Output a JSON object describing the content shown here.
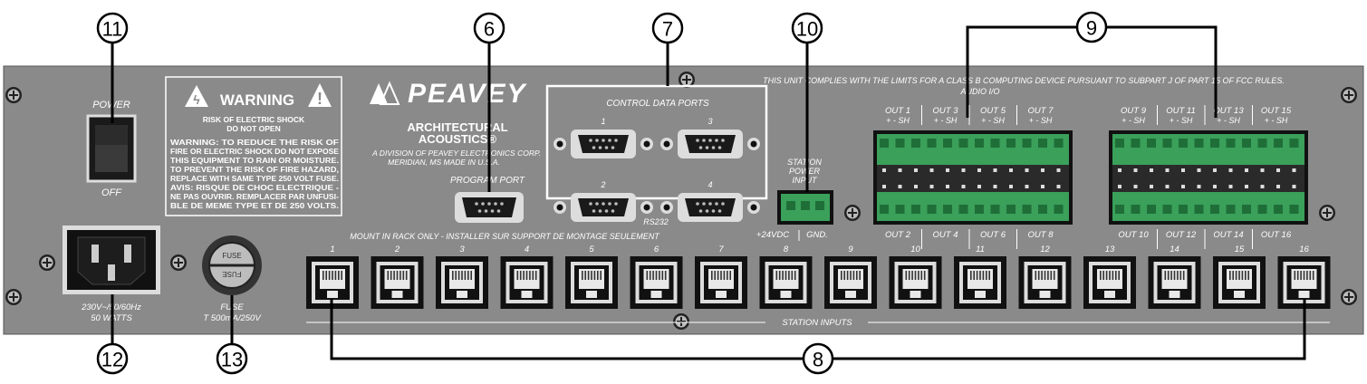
{
  "callouts": [
    "11",
    "6",
    "7",
    "10",
    "9",
    "12",
    "13",
    "8"
  ],
  "power": {
    "label": "POWER",
    "off": "OFF"
  },
  "warning": {
    "title": "WARNING",
    "sub1": "RISK OF ELECTRIC SHOCK",
    "sub2": "DO NOT OPEN",
    "lines": [
      "WARNING: TO REDUCE THE RISK OF",
      "FIRE OR ELECTRIC SHOCK DO NOT EXPOSE",
      "THIS EQUIPMENT TO RAIN OR MOISTURE.",
      "TO PREVENT THE RISK OF FIRE HAZARD,",
      "REPLACE WITH SAME TYPE 250 VOLT FUSE.",
      "AVIS: RISQUE DE CHOC ELECTRIQUE -",
      "NE PAS OUVRIR. REMPLACER PAR UNFUSI-",
      "BLE DE MEME TYPE ET DE 250 VOLTS."
    ]
  },
  "brand": {
    "name": "PEAVEY",
    "line1": "ARCHITECTURAL",
    "line2": "ACOUSTICS®",
    "division": "A DIVISION OF PEAVEY ELECTRONICS CORP.",
    "location": "MERIDIAN, MS    MADE IN U.S.A."
  },
  "ports": {
    "program": "PROGRAM PORT",
    "control": "CONTROL DATA PORTS",
    "p1": "1",
    "p2": "2",
    "p3": "3",
    "p4": "4",
    "rs232": "RS232"
  },
  "station_power": {
    "l1": "STATION",
    "l2": "POWER",
    "l3": "INPUT",
    "v": "+24VDC",
    "g": "GND."
  },
  "fcc": "THIS UNIT COMPLIES WITH THE LIMITS FOR A CLASS B COMPUTING DEVICE PURSUANT TO SUBPART J OF PART 15 OF FCC RULES.",
  "audio_io": "AUDIO I/O",
  "outs_top_a": [
    "OUT 1",
    "OUT 3",
    "OUT 5",
    "OUT 7"
  ],
  "outs_top_b": [
    "OUT 9",
    "OUT 11",
    "OUT 13",
    "OUT 15"
  ],
  "outs_bot_a": [
    "OUT 2",
    "OUT 4",
    "OUT 6",
    "OUT 8"
  ],
  "outs_bot_b": [
    "OUT 10",
    "OUT 12",
    "OUT 14",
    "OUT 16"
  ],
  "pin_label": "+   -   SH",
  "mount": "MOUNT IN RACK ONLY - INSTALLER SUR SUPPORT DE MONTAGE SEULEMENT",
  "station_numbers": [
    "1",
    "2",
    "3",
    "4",
    "5",
    "6",
    "7",
    "8",
    "9",
    "10",
    "11",
    "12",
    "13",
    "14",
    "15",
    "16"
  ],
  "station_inputs": "STATION INPUTS",
  "ac": {
    "l1": "230V~/50/60Hz",
    "l2": "50 WATTS"
  },
  "fuse": {
    "cap1": "FUSE",
    "cap2": "FUSE",
    "l1": "FUSE",
    "l2": "T 500mA/250V"
  }
}
